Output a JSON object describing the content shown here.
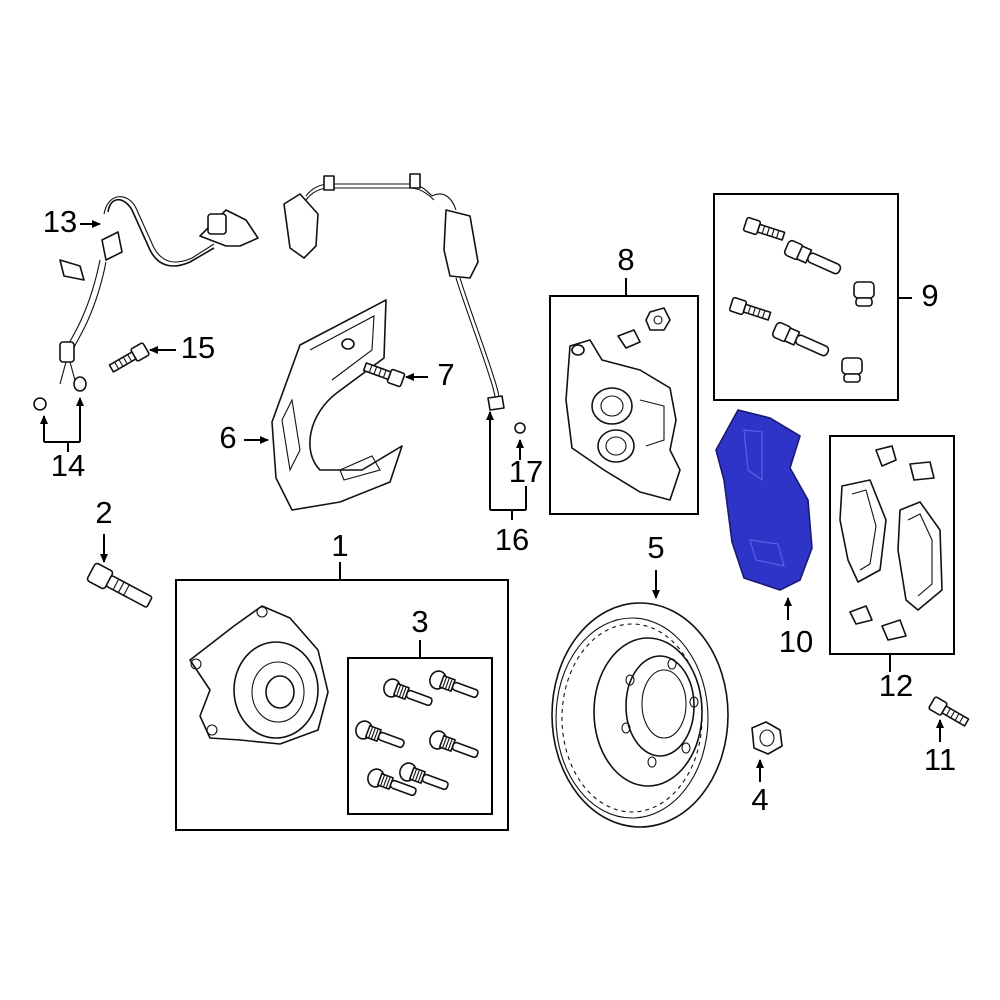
{
  "diagram": {
    "highlight_color": "#2f34c8",
    "callouts": {
      "c1": "1",
      "c2": "2",
      "c3": "3",
      "c4": "4",
      "c5": "5",
      "c6": "6",
      "c7": "7",
      "c8": "8",
      "c9": "9",
      "c10": "10",
      "c11": "11",
      "c12": "12",
      "c13": "13",
      "c14": "14",
      "c15": "15",
      "c16": "16",
      "c17": "17"
    },
    "highlighted_part": "10"
  }
}
